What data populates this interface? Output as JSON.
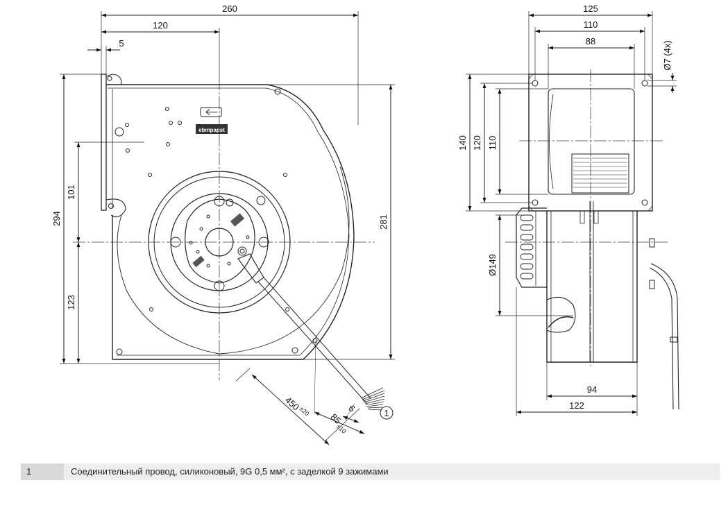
{
  "front_view": {
    "dims": {
      "overall_width": "260",
      "axis_offset": "120",
      "flange_thickness": "5",
      "height_left": "294",
      "upper_part": "101",
      "lower_part": "123",
      "height_right": "281",
      "cable_length": "450",
      "cable_length_tol": "±20",
      "strip_length": "85",
      "strip_length_tol": "±10",
      "wire_strip": "6"
    },
    "logo_text": "ebmpapst",
    "callout": "1"
  },
  "side_view": {
    "dims": {
      "width_outer": "125",
      "width_holes": "110",
      "width_inner": "88",
      "hole_dia": "Ø7 (4x)",
      "height_outer": "140",
      "height_holes": "120",
      "height_inner": "110",
      "motor_dia": "Ø149",
      "housing_depth": "94",
      "overall_depth": "122"
    }
  },
  "legend": {
    "number": "1",
    "text": "Соединительный провод, силиконовый, 9G 0,5 мм², с заделкой 9 зажимами"
  }
}
